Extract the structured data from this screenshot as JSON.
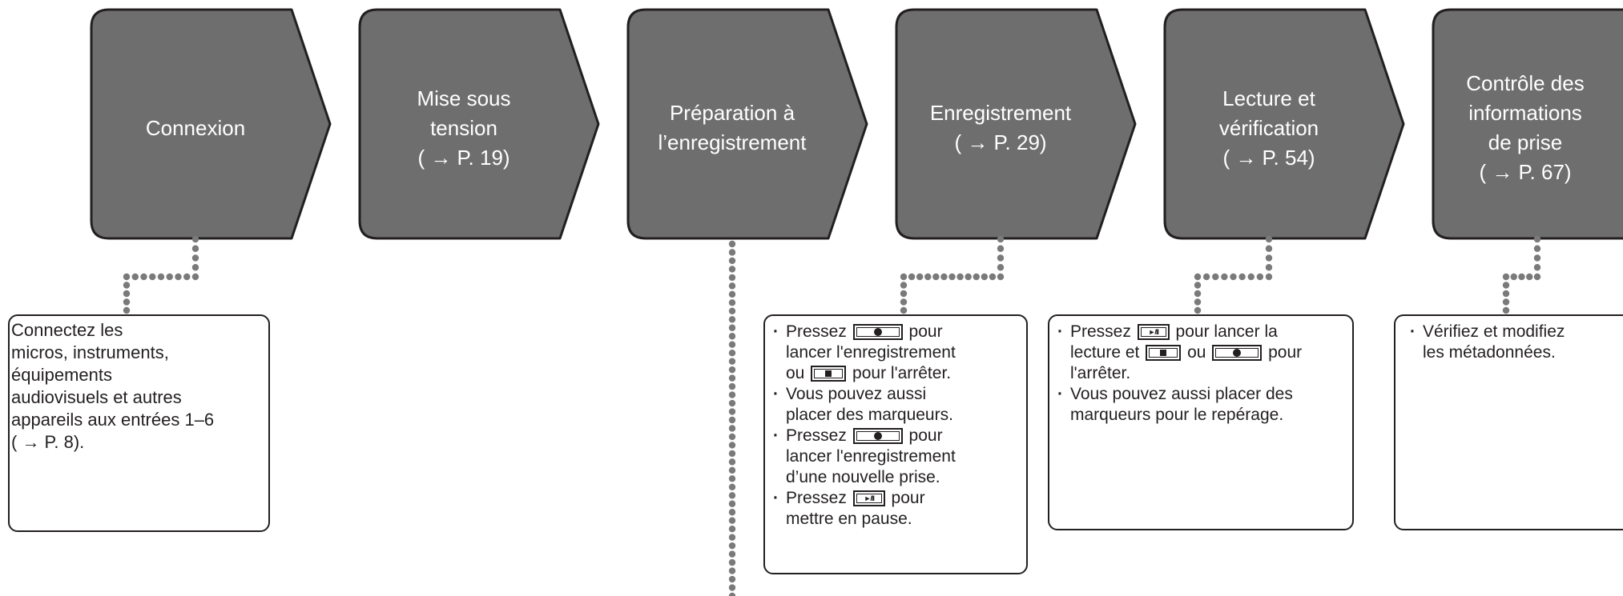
{
  "steps": [
    {
      "id": "connexion",
      "lines": [
        "Connexion"
      ]
    },
    {
      "id": "mise-sous-tension",
      "lines": [
        "Mise sous",
        "tension",
        "( → P. 19)"
      ]
    },
    {
      "id": "preparation",
      "lines": [
        "Préparation à",
        "l’enregistrement"
      ]
    },
    {
      "id": "enregistrement",
      "lines": [
        "Enregistrement",
        "( → P. 29)"
      ]
    },
    {
      "id": "lecture",
      "lines": [
        "Lecture et",
        "vérification",
        "( → P. 54)"
      ]
    },
    {
      "id": "controle",
      "lines": [
        "Contrôle des",
        "informations",
        "de prise",
        "( → P. 67)"
      ]
    }
  ],
  "notes": {
    "connexion": {
      "text": [
        "Connectez les",
        "micros, instruments,",
        "équipements",
        "audiovisuels et autres",
        "appareils aux entrées 1–6",
        "( → P. 8)."
      ]
    },
    "enregistrement": {
      "b1_a": "Pressez",
      "b1_b": "pour",
      "b1_c": "lancer l'enregistrement",
      "b1_d": "ou",
      "b1_e": "pour l'arrêter.",
      "b2_a": "Vous pouvez aussi",
      "b2_b": "placer des marqueurs.",
      "b3_a": "Pressez",
      "b3_b": "pour",
      "b3_c": "lancer l'enregistrement",
      "b3_d": "d’une nouvelle prise.",
      "b4_a": "Pressez",
      "b4_b": "pour",
      "b4_c": "mettre en pause."
    },
    "lecture": {
      "b1_a": "Pressez",
      "b1_b": "pour lancer la",
      "b1_c": "lecture et",
      "b1_d": "ou",
      "b1_e": "pour",
      "b1_f": "l'arrêter.",
      "b2_a": "Vous pouvez aussi placer des",
      "b2_b": "marqueurs pour le repérage."
    },
    "controle": {
      "b1_a": "Vérifiez et modifiez",
      "b1_b": "les métadonnées."
    }
  },
  "keys": {
    "play_pause": "►/II"
  },
  "colors": {
    "arrow_fill": "#6e6e6e",
    "outline": "#231f20",
    "dots": "#7a7a7a"
  }
}
